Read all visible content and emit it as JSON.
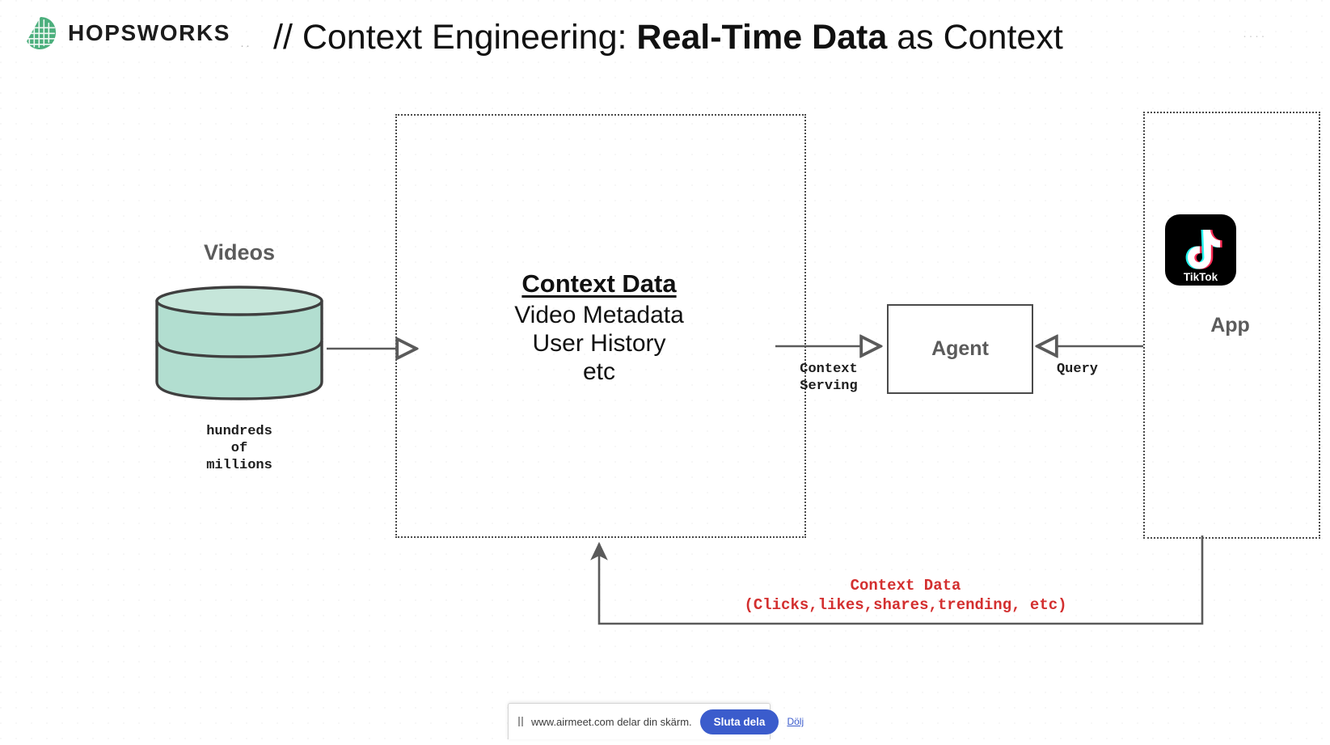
{
  "header": {
    "brand": "HOPSWORKS",
    "brand_dots": "··",
    "right_dots": "····",
    "title_prefix": "// Context Engineering: ",
    "title_strong": "Real-Time Data",
    "title_suffix": " as Context",
    "logo_icon": "hops-cone-icon",
    "brand_green": "#4caf7d"
  },
  "source": {
    "label": "Videos",
    "icon": "database-cylinder-icon",
    "caption": "hundreds\nof\nmillions",
    "fill_color": "#b2ded0",
    "stroke_color": "#3f3f3f"
  },
  "context_panel": {
    "heading": "Context Data",
    "lines": [
      "Video Metadata",
      "User History",
      "etc"
    ]
  },
  "agent": {
    "label": "Agent"
  },
  "flows": {
    "ingest_label": "",
    "context_serving_label": "Context\nServing",
    "query_label": "Query"
  },
  "app_panel": {
    "label": "App",
    "logo_icon": "tiktok-logo-icon",
    "logo_wordmark": "TikTok"
  },
  "feedback": {
    "line1": "Context Data",
    "line2": "(Clicks,likes,shares,trending, etc)",
    "color": "#d32f2f"
  },
  "screenshare": {
    "pause_icon": "pause-bars-icon",
    "message": "www.airmeet.com delar din skärm.",
    "stop_label": "Sluta dela",
    "hide_label": "Dölj",
    "button_color": "#3b5ccc"
  }
}
